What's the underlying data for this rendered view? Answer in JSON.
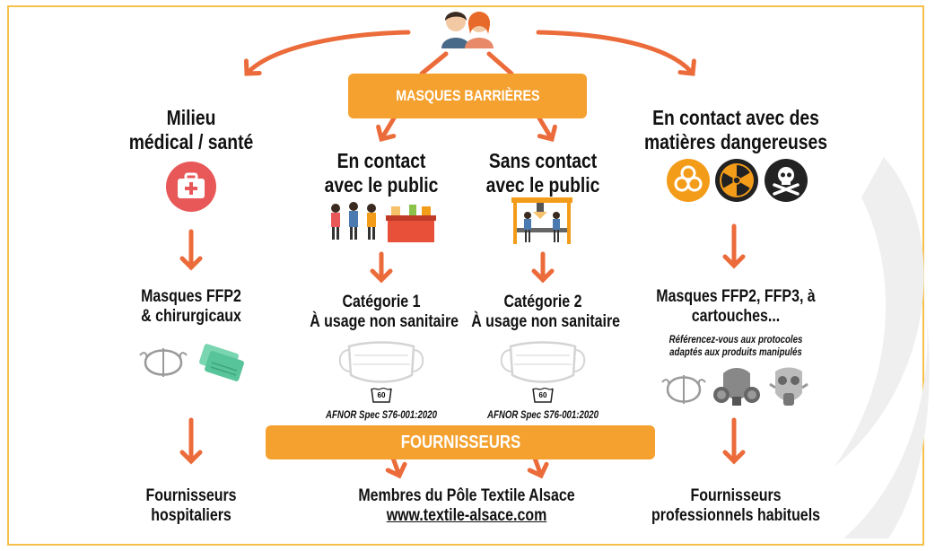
{
  "colors": {
    "accent": "#f4a12f",
    "arrow": "#ec6b3a",
    "frame": "#f6c14a",
    "medical": "#e85858",
    "hazard_orange": "#f39c1a",
    "hazard_dark": "#222222",
    "text": "#111111"
  },
  "banners": {
    "barrier": "MASQUES BARRIÈRES",
    "suppliers": "FOURNISSEURS"
  },
  "columns": {
    "medical": {
      "title_line1": "Milieu",
      "title_line2": "médical / santé",
      "icon": "first-aid-kit-icon",
      "masks_line1": "Masques FFP2",
      "masks_line2": "& chirurgicaux",
      "supplier_line1": "Fournisseurs",
      "supplier_line2": "hospitaliers"
    },
    "public_contact": {
      "title_line1": "En contact",
      "title_line2": "avec le public",
      "icon": "shop-counter-icon",
      "category_line1": "Catégorie 1",
      "category_line2": "À usage non sanitaire",
      "wash_temp": "60",
      "norm": "AFNOR Spec S76-001:2020"
    },
    "no_contact": {
      "title_line1": "Sans contact",
      "title_line2": "avec le public",
      "icon": "factory-workers-icon",
      "category_line1": "Catégorie 2",
      "category_line2": "À usage non sanitaire",
      "wash_temp": "60",
      "norm": "AFNOR Spec S76-001:2020"
    },
    "dangerous": {
      "title_line1": "En contact avec des",
      "title_line2": "matières dangereuses",
      "icons": [
        "biohazard-icon",
        "radiation-icon",
        "skull-crossbones-icon"
      ],
      "masks_line1": "Masques FFP2, FFP3, à",
      "masks_line2": "cartouches...",
      "note_line1": "Référencez-vous aux protocoles",
      "note_line2": "adaptés aux produits manipulés",
      "supplier_line1": "Fournisseurs",
      "supplier_line2": "professionnels habituels"
    }
  },
  "members": {
    "line1": "Membres du Pôle Textile Alsace",
    "link": "www.textile-alsace.com"
  }
}
